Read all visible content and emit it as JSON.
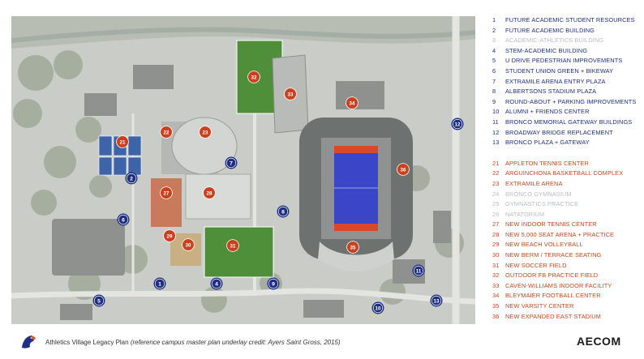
{
  "legend": {
    "academic_items": [
      {
        "num": "1",
        "text": "FUTURE ACADEMIC STUDENT RESOURCES",
        "style": "blue"
      },
      {
        "num": "2",
        "text": "FUTURE ACADEMIC BUILDING",
        "style": "blue"
      },
      {
        "num": "3",
        "text": "ACADEMIC-ATHLETICS BUILDING",
        "style": "muted"
      },
      {
        "num": "4",
        "text": "STEM-ACADEMIC BUILDING",
        "style": "blue"
      },
      {
        "num": "5",
        "text": "U DRIVE PEDESTRIAN IMPROVEMENTS",
        "style": "blue"
      },
      {
        "num": "6",
        "text": "STUDENT UNION GREEN + BIKEWAY",
        "style": "blue"
      },
      {
        "num": "7",
        "text": "EXTRAMILE ARENA ENTRY PLAZA",
        "style": "blue"
      },
      {
        "num": "8",
        "text": "ALBERTSONS STADIUM PLAZA",
        "style": "blue"
      },
      {
        "num": "9",
        "text": "ROUND-ABOUT + PARKING IMPROVEMENTS",
        "style": "blue"
      },
      {
        "num": "10",
        "text": "ALUMNI + FRIENDS CENTER",
        "style": "blue"
      },
      {
        "num": "11",
        "text": "BRONCO MEMORIAL GATEWAY BUILDINGS",
        "style": "blue"
      },
      {
        "num": "12",
        "text": "BROADWAY BRIDGE REPLACEMENT",
        "style": "blue"
      },
      {
        "num": "13",
        "text": "BRONCO PLAZA + GATEWAY",
        "style": "blue"
      }
    ],
    "athletics_items": [
      {
        "num": "21",
        "text": "APPLETON TENNIS CENTER",
        "style": "orange"
      },
      {
        "num": "22",
        "text": "ARGUINCHONA BASKETBALL COMPLEX",
        "style": "orange"
      },
      {
        "num": "23",
        "text": "EXTRAMILE ARENA",
        "style": "orange"
      },
      {
        "num": "24",
        "text": "BRONCO GYMNASIUM",
        "style": "muted"
      },
      {
        "num": "25",
        "text": "GYMNASTICS PRACTICE",
        "style": "muted"
      },
      {
        "num": "26",
        "text": "NATATORIUM",
        "style": "muted"
      },
      {
        "num": "27",
        "text": "NEW INDOOR TENNIS CENTER",
        "style": "orange"
      },
      {
        "num": "28",
        "text": "NEW 5,000 SEAT ARENA + PRACTICE",
        "style": "orange"
      },
      {
        "num": "29",
        "text": "NEW BEACH VOLLEYBALL",
        "style": "orange"
      },
      {
        "num": "30",
        "text": "NEW BERM / TERRACE SEATING",
        "style": "orange"
      },
      {
        "num": "31",
        "text": "NEW SOCCER FIELD",
        "style": "orange"
      },
      {
        "num": "32",
        "text": "OUTDOOR FB PRACTICE FIELD",
        "style": "orange"
      },
      {
        "num": "33",
        "text": "CAVEN-WILLIAMS INDOOR FACILITY",
        "style": "orange"
      },
      {
        "num": "34",
        "text": "BLEYMAIER FOOTBALL CENTER",
        "style": "orange"
      },
      {
        "num": "35",
        "text": "NEW VARSITY CENTER",
        "style": "orange"
      },
      {
        "num": "36",
        "text": "NEW EXPANDED EAST STADIUM",
        "style": "orange"
      }
    ]
  },
  "map": {
    "blue_markers": [
      "1",
      "2",
      "4",
      "5",
      "6",
      "7",
      "8",
      "9",
      "10",
      "11",
      "12",
      "13"
    ],
    "orange_markers": [
      "21",
      "22",
      "23",
      "27",
      "28",
      "29",
      "30",
      "31",
      "32",
      "33",
      "34",
      "35",
      "36"
    ]
  },
  "colors": {
    "academic_blue": "#1f2f82",
    "athletics_orange": "#c9411e",
    "muted_gray": "#b9bcc4",
    "field_blue": "#3a45c8",
    "grass_green": "#4f8f3a"
  },
  "footer": {
    "caption_main": "Athletics Village Legacy Plan ",
    "caption_credit": "(reference campus master plan underlay credit:  Ayers Saint Gross, 2015)",
    "brand": "AECOM",
    "logo_icon": "bronco-logo-icon"
  }
}
